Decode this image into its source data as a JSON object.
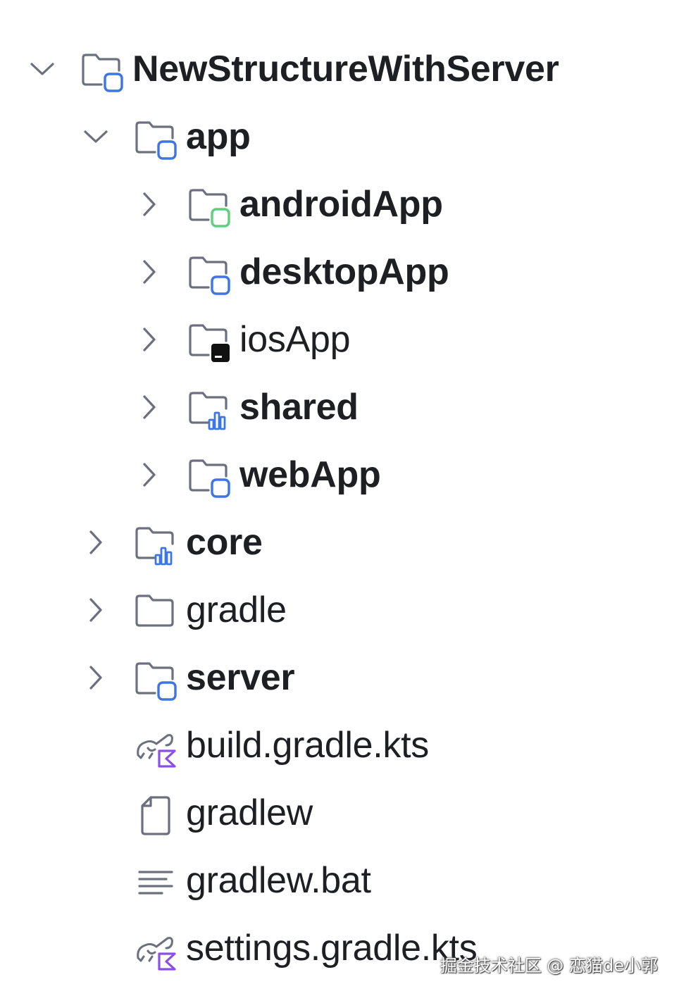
{
  "project_tree": {
    "items": [
      {
        "label": "NewStructureWithServer",
        "depth": 0,
        "expanded": true,
        "expandable": true,
        "icon": "module-folder-icon",
        "badge_color": "#3d74e6",
        "bold": true
      },
      {
        "label": "app",
        "depth": 1,
        "expanded": true,
        "expandable": true,
        "icon": "module-folder-icon",
        "badge_color": "#3d74e6",
        "bold": true
      },
      {
        "label": "androidApp",
        "depth": 2,
        "expanded": false,
        "expandable": true,
        "icon": "android-module-folder-icon",
        "badge_color": "#5fcf7e",
        "bold": true
      },
      {
        "label": "desktopApp",
        "depth": 2,
        "expanded": false,
        "expandable": true,
        "icon": "module-folder-icon",
        "badge_color": "#3d74e6",
        "bold": true
      },
      {
        "label": "iosApp",
        "depth": 2,
        "expanded": false,
        "expandable": true,
        "icon": "ios-folder-icon",
        "badge_color": "#111111",
        "bold": false
      },
      {
        "label": "shared",
        "depth": 2,
        "expanded": false,
        "expandable": true,
        "icon": "library-module-folder-icon",
        "badge_color": "#3d74e6",
        "bold": true
      },
      {
        "label": "webApp",
        "depth": 2,
        "expanded": false,
        "expandable": true,
        "icon": "module-folder-icon",
        "badge_color": "#3d74e6",
        "bold": true
      },
      {
        "label": "core",
        "depth": 1,
        "expanded": false,
        "expandable": true,
        "icon": "library-module-folder-icon",
        "badge_color": "#3d74e6",
        "bold": true
      },
      {
        "label": "gradle",
        "depth": 1,
        "expanded": false,
        "expandable": true,
        "icon": "folder-icon",
        "badge_color": "",
        "bold": false
      },
      {
        "label": "server",
        "depth": 1,
        "expanded": false,
        "expandable": true,
        "icon": "module-folder-icon",
        "badge_color": "#3d74e6",
        "bold": true
      },
      {
        "label": "build.gradle.kts",
        "depth": 1,
        "expanded": false,
        "expandable": false,
        "icon": "gradle-kotlin-file-icon",
        "badge_color": "#8a4fe6",
        "bold": false
      },
      {
        "label": "gradlew",
        "depth": 1,
        "expanded": false,
        "expandable": false,
        "icon": "file-icon",
        "badge_color": "",
        "bold": false
      },
      {
        "label": "gradlew.bat",
        "depth": 1,
        "expanded": false,
        "expandable": false,
        "icon": "text-file-icon",
        "badge_color": "",
        "bold": false
      },
      {
        "label": "settings.gradle.kts",
        "depth": 1,
        "expanded": false,
        "expandable": false,
        "icon": "gradle-kotlin-file-icon",
        "badge_color": "#8a4fe6",
        "bold": false
      }
    ]
  },
  "colors": {
    "icon_stroke": "#6c707e",
    "chevron": "#6c707e",
    "text": "#1e1f22"
  },
  "watermark": {
    "text": "掘金技术社区 @ 恋猫de小郭"
  }
}
